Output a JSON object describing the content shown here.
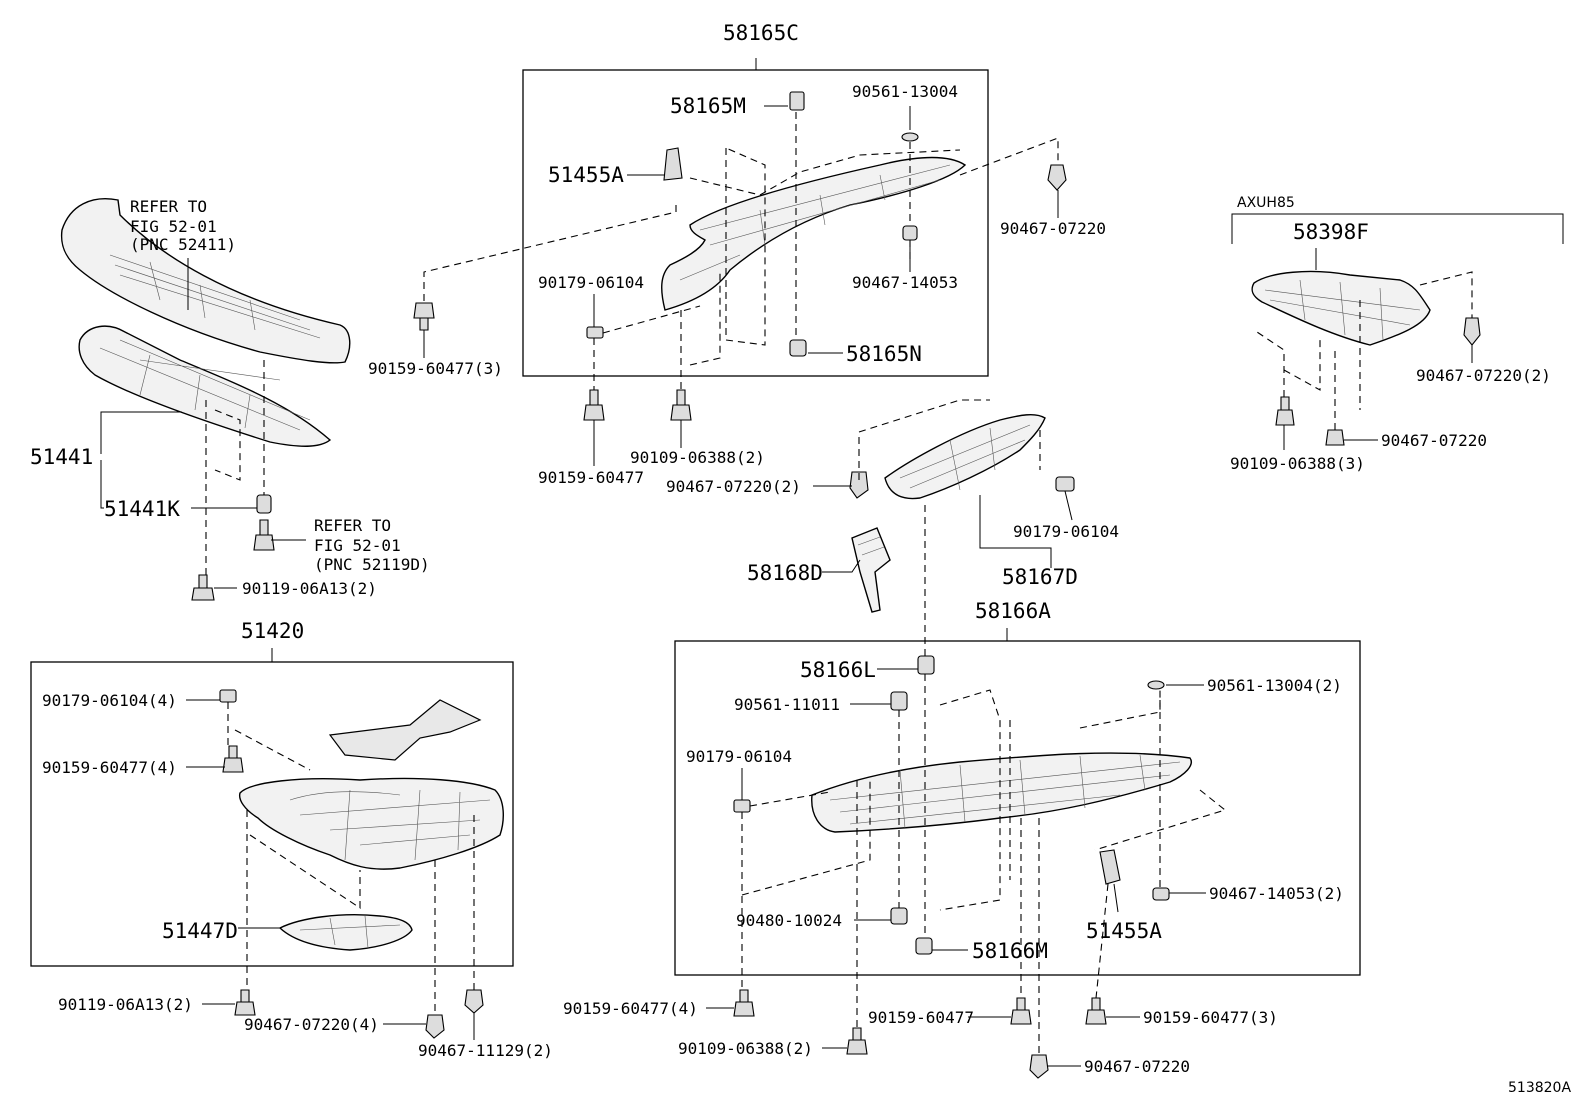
{
  "diagram_id": "513820A",
  "labels": {
    "t58165C": "58165C",
    "t58165M": "58165M",
    "t90561_13004": "90561-13004",
    "t51455A_top": "51455A",
    "t90467_07220_a": "90467-07220",
    "t90467_14053_a": "90467-14053",
    "t90179_06104_a": "90179-06104",
    "t58165N": "58165N",
    "t90159_60477_3": "90159-60477(3)",
    "t90159_60477_a": "90159-60477",
    "t90109_06388_2a": "90109-06388(2)",
    "refer1_l1": "REFER TO",
    "refer1_l2": "FIG 52-01",
    "refer1_l3": "(PNC 52411)",
    "t51441": "51441",
    "t51441K": "51441K",
    "refer2_l1": "REFER TO",
    "refer2_l2": "FIG 52-01",
    "refer2_l3": "(PNC 52119D)",
    "t90119_06A13_2a": "90119-06A13(2)",
    "axuh85": "AXUH85",
    "t58398F": "58398F",
    "t90467_07220_2a": "90467-07220(2)",
    "t90467_07220_b": "90467-07220",
    "t90109_06388_3": "90109-06388(3)",
    "t90467_07220_2b": "90467-07220(2)",
    "t90179_06104_b": "90179-06104",
    "t58167D": "58167D",
    "t58168D": "58168D",
    "t58166A": "58166A",
    "t51420": "51420",
    "t90179_06104_4": "90179-06104(4)",
    "t90159_60477_4a": "90159-60477(4)",
    "t51447D": "51447D",
    "t90119_06A13_2b": "90119-06A13(2)",
    "t90467_07220_4": "90467-07220(4)",
    "t90467_11129_2": "90467-11129(2)",
    "t58166L": "58166L",
    "t90561_11011": "90561-11011",
    "t90179_06104_c": "90179-06104",
    "t90561_13004_2": "90561-13004(2)",
    "t90467_14053_2": "90467-14053(2)",
    "t90480_10024": "90480-10024",
    "t58166M": "58166M",
    "t51455A_bot": "51455A",
    "t90159_60477_4b": "90159-60477(4)",
    "t90159_60477_b": "90159-60477",
    "t90159_60477_3b": "90159-60477(3)",
    "t90109_06388_2b": "90109-06388(2)",
    "t90467_07220_c": "90467-07220"
  }
}
